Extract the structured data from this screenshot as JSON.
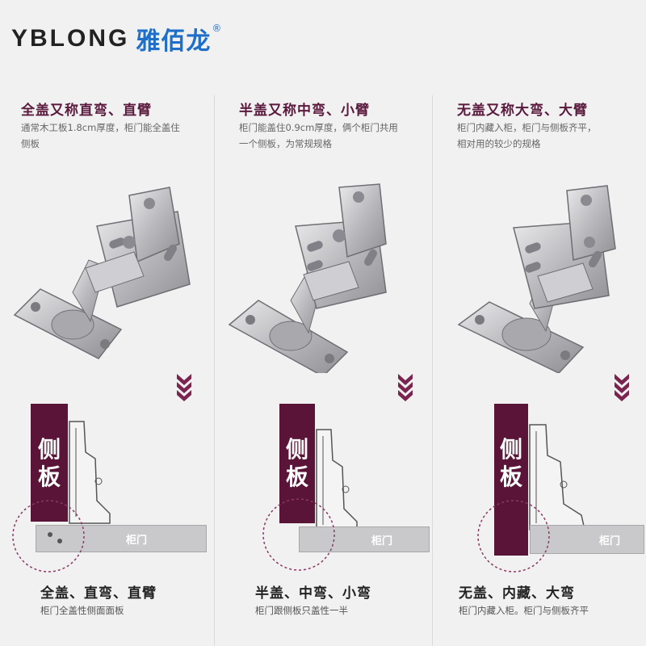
{
  "brand": {
    "en": "YBLONG",
    "cn": "雅佰龙",
    "reg": "®"
  },
  "columns": [
    {
      "title": "全盖又称直弯、直臂",
      "desc_line1": "通常木工板1.8cm厚度，柜门能全盖住",
      "desc_line2": "侧板",
      "side_label": "侧板",
      "door_label": "柜门",
      "bottom_title": "全盖、直弯、直臂",
      "bottom_desc": "柜门全盖性侧面面板"
    },
    {
      "title": "半盖又称中弯、小臂",
      "desc_line1": "柜门能盖住0.9cm厚度，俩个柜门共用",
      "desc_line2": "一个侧板，为常规规格",
      "side_label": "侧板",
      "door_label": "柜门",
      "bottom_title": "半盖、中弯、小弯",
      "bottom_desc": "柜门跟侧板只盖性一半"
    },
    {
      "title": "无盖又称大弯、大臂",
      "desc_line1": "柜门内藏入柜，柜门与侧板齐平，",
      "desc_line2": "相对用的较少的规格",
      "side_label": "侧板",
      "door_label": "柜门",
      "bottom_title": "无盖、内藏、大弯",
      "bottom_desc": "柜门内藏入柜。柜门与侧板齐平"
    }
  ],
  "colors": {
    "accent": "#5a1437",
    "brand_blue": "#1f6fc9",
    "chevron": "#7a2450"
  },
  "icons": {
    "hinge": "cabinet-hinge-icon",
    "chevron": "chevron-down-icon",
    "detail_circle": "dashed-circle-icon"
  }
}
